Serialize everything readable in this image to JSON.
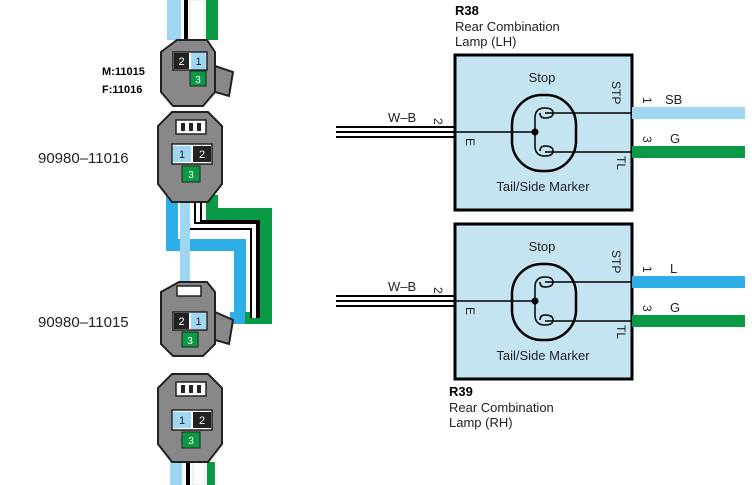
{
  "colors": {
    "sky_blue": "#9fd7f2",
    "blue": "#2eaee6",
    "green": "#0a9a46",
    "lamp_fill": "#c5e4f2",
    "connector_body": "#888888",
    "connector_dark": "#555555"
  },
  "connectors": {
    "top_pair_label_m": "M:11015",
    "top_pair_label_f": "F:11016",
    "male_part_number": "90980–11016",
    "female_part_number": "90980–11015",
    "pin_1": "1",
    "pin_2": "2",
    "pin_3": "3"
  },
  "lamps": [
    {
      "code": "R38",
      "name_line1": "Rear Combination",
      "name_line2": "Lamp (LH)",
      "bulb_top_label": "Stop",
      "bulb_bottom_label": "Tail/Side Marker",
      "terminal_stp": "STP",
      "terminal_tl": "TL",
      "terminal_e": "E",
      "ground_wire": "W–B",
      "ground_pin": "2",
      "stp_pin": "1",
      "stp_wire": "SB",
      "stp_color": "#9fd7f2",
      "tl_pin": "3",
      "tl_wire": "G",
      "tl_color": "#0a9a46"
    },
    {
      "code": "R39",
      "name_line1": "Rear Combination",
      "name_line2": "Lamp (RH)",
      "bulb_top_label": "Stop",
      "bulb_bottom_label": "Tail/Side Marker",
      "terminal_stp": "STP",
      "terminal_tl": "TL",
      "terminal_e": "E",
      "ground_wire": "W–B",
      "ground_pin": "2",
      "stp_pin": "1",
      "stp_wire": "L",
      "stp_color": "#2eaee6",
      "tl_pin": "3",
      "tl_wire": "G",
      "tl_color": "#0a9a46"
    }
  ]
}
